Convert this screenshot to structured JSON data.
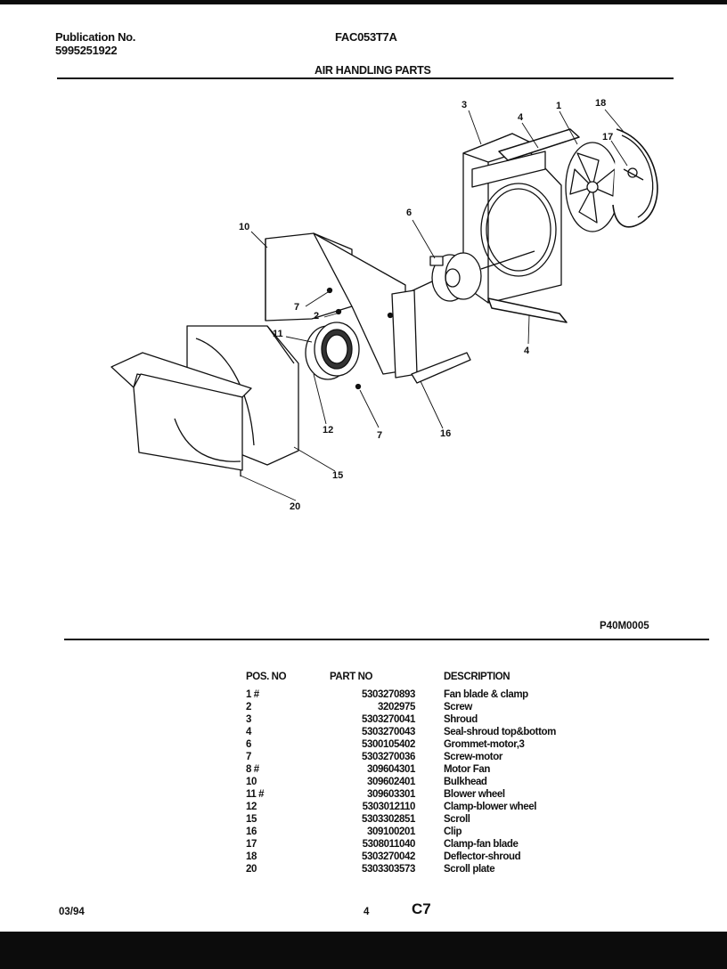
{
  "header": {
    "publication_label": "Publication No.",
    "publication_number": "5995251922",
    "model": "FAC053T7A",
    "section_title": "AIR HANDLING PARTS"
  },
  "diagram": {
    "figure_code": "P40M0005",
    "callouts": [
      "3",
      "4",
      "1",
      "18",
      "17",
      "6",
      "10",
      "7",
      "2",
      "11",
      "4",
      "12",
      "7",
      "16",
      "15",
      "20"
    ]
  },
  "parts_table": {
    "headers": {
      "pos": "POS. NO",
      "part": "PART NO",
      "desc": "DESCRIPTION"
    },
    "rows": [
      {
        "pos": "1  #",
        "part": "5303270893",
        "desc": "Fan blade & clamp"
      },
      {
        "pos": "2",
        "part": "3202975",
        "desc": "Screw"
      },
      {
        "pos": "3",
        "part": "5303270041",
        "desc": "Shroud"
      },
      {
        "pos": "4",
        "part": "5303270043",
        "desc": "Seal-shroud top&bottom"
      },
      {
        "pos": "6",
        "part": "5300105402",
        "desc": "Grommet-motor,3"
      },
      {
        "pos": "7",
        "part": "5303270036",
        "desc": "Screw-motor"
      },
      {
        "pos": "8  #",
        "part": "309604301",
        "desc": "Motor Fan"
      },
      {
        "pos": "10",
        "part": "309602401",
        "desc": "Bulkhead"
      },
      {
        "pos": "11 #",
        "part": "309603301",
        "desc": "Blower wheel"
      },
      {
        "pos": "12",
        "part": "5303012110",
        "desc": "Clamp-blower wheel"
      },
      {
        "pos": "15",
        "part": "5303302851",
        "desc": "Scroll"
      },
      {
        "pos": "16",
        "part": "309100201",
        "desc": "Clip"
      },
      {
        "pos": "17",
        "part": "5308011040",
        "desc": "Clamp-fan blade"
      },
      {
        "pos": "18",
        "part": "5303270042",
        "desc": "Deflector-shroud"
      },
      {
        "pos": "20",
        "part": "5303303573",
        "desc": "Scroll plate"
      }
    ]
  },
  "footer": {
    "date": "03/94",
    "page_number": "4",
    "page_code": "C7"
  }
}
